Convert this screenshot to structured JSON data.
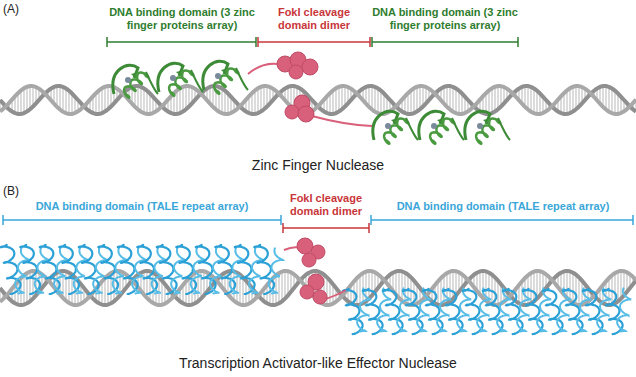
{
  "diagram": {
    "labels": [
      "(A)",
      "DNA binding domain (3 zinc finger proteins array)",
      "FokI cleavage domain dimer",
      "DNA binding domain (3 zinc finger proteins array)",
      "Zinc Finger Nuclease",
      "(B)",
      "DNA binding domain (TALE repeat array)",
      "FokI cleavage domain dimer",
      "DNA binding domain (TALE repeat array)",
      "Transcription Activator-like Effector Nuclease"
    ]
  }
}
